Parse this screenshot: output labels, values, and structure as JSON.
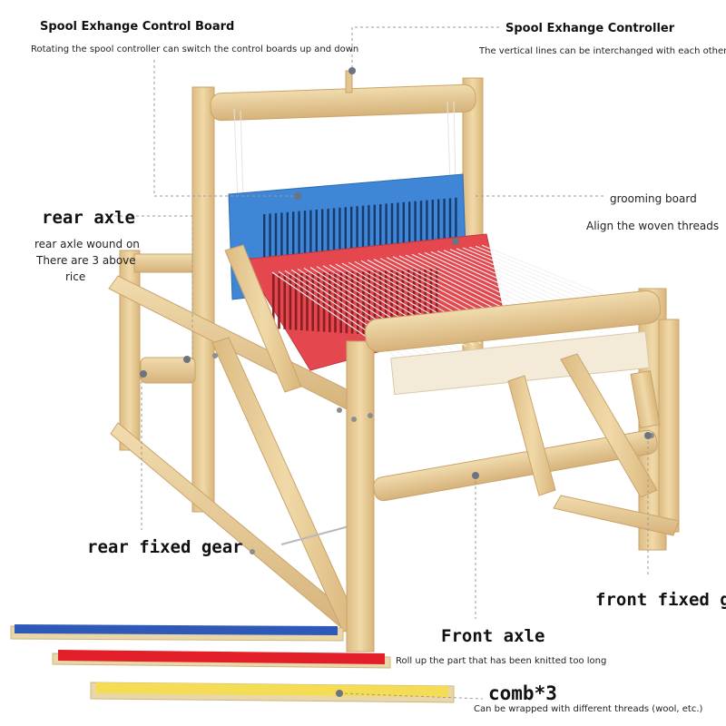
{
  "labels": {
    "spool_board_title": "Spool Exhange Control Board",
    "spool_board_desc": "Rotating the spool controller can switch the control boards up and down",
    "spool_controller_title": "Spool Exhange Controller",
    "spool_controller_desc": "The vertical lines can be interchanged with each other",
    "grooming_title": "grooming board",
    "grooming_desc": "Align the woven threads",
    "rear_axle_title": "rear axle",
    "rear_axle_desc_1": "rear axle wound on",
    "rear_axle_desc_2": "There are 3 above",
    "rear_axle_desc_3": "rice",
    "rear_gear_title": "rear fixed gear",
    "front_gear_title": "front fixed gear",
    "front_axle_title": "Front axle",
    "front_axle_desc": "Roll up the part that has been knitted too long",
    "comb_title": "comb*3",
    "comb_desc": "Can be wrapped with different threads (wool, etc.)"
  },
  "colors": {
    "wood": "#e9cf9a",
    "wood_shade": "#d4b078",
    "blue_board": "#3f86d6",
    "red_board": "#e5474f",
    "yellow_comb": "#f2d94a",
    "leader_line": "#9a9a9a",
    "dot": "#6c7480"
  }
}
